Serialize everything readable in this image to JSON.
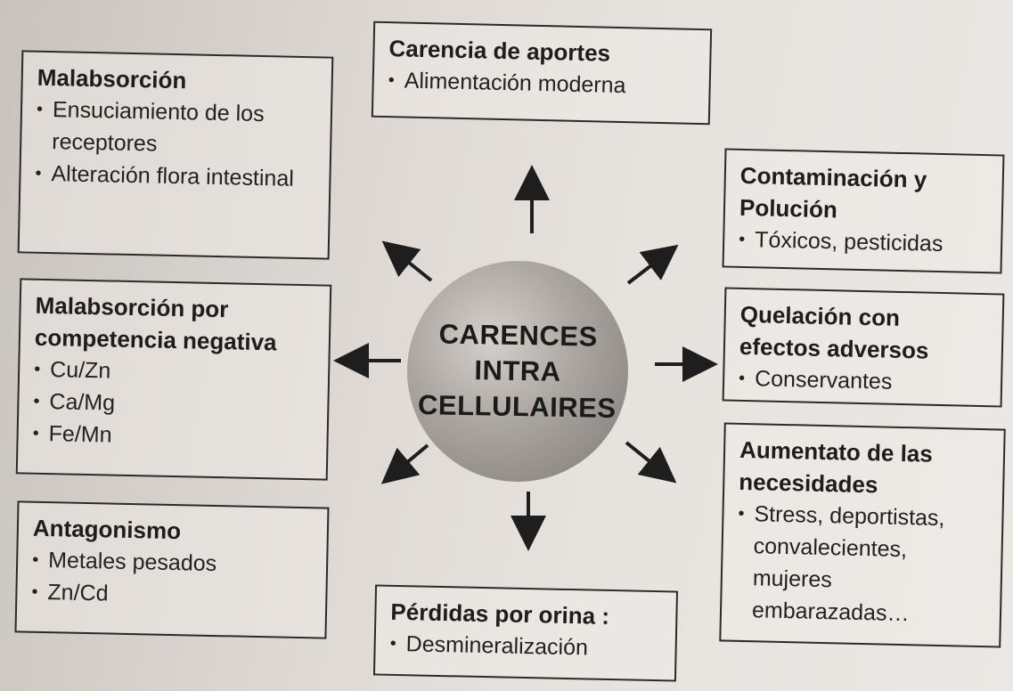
{
  "center": {
    "lines": [
      "CARENCES",
      "INTRA",
      "CELLULAIRES"
    ]
  },
  "boxes": {
    "carencia": {
      "title": "Carencia de aportes",
      "items": [
        "Alimentación moderna"
      ]
    },
    "malabsorcion": {
      "title": "Malabsorción",
      "items": [
        "Ensuciamiento de los receptores",
        "Alteración flora intestinal"
      ]
    },
    "contaminacion": {
      "title_lines": [
        "Contaminación y",
        "Polución"
      ],
      "items": [
        "Tóxicos, pesticidas"
      ]
    },
    "competencia": {
      "title_lines": [
        "Malabsorción por",
        "competencia negativa"
      ],
      "items": [
        "Cu/Zn",
        "Ca/Mg",
        "Fe/Mn"
      ]
    },
    "quelacion": {
      "title_lines": [
        "Quelación con",
        "efectos adversos"
      ],
      "items": [
        "Conservantes"
      ]
    },
    "antagonismo": {
      "title": "Antagonismo",
      "items": [
        "Metales pesados",
        "Zn/Cd"
      ]
    },
    "aumentato": {
      "title_lines": [
        "Aumentato de las",
        "necesidades"
      ],
      "items": [
        "Stress, deportistas, convalecientes, mujeres embarazadas…"
      ]
    },
    "perdidas": {
      "title": "Pérdidas por orina :",
      "items": [
        "Desmineralización"
      ]
    }
  }
}
